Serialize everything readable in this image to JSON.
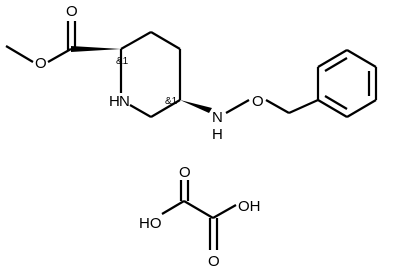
{
  "atoms": {
    "ester_o_single": "O",
    "ester_o_double": "O",
    "ring_n": "N",
    "ring_n_h": "H",
    "amine_n": "N",
    "amine_h": "H",
    "benzyloxy_o": "O",
    "oxalic_o_top": "O",
    "oxalic_o_bottom": "O",
    "oxalic_ho_left": "HO",
    "oxalic_oh_right": "OH"
  },
  "stereo_labels": {
    "c2": "&1",
    "c5": "&1"
  }
}
